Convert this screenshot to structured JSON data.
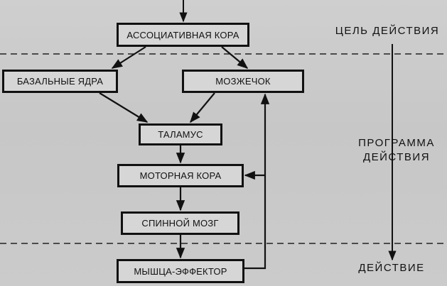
{
  "diagram": {
    "boxes": {
      "association_cortex": "АССОЦИАТИВНАЯ КОРА",
      "basal_ganglia": "БАЗАЛЬНЫЕ ЯДРА",
      "cerebellum": "МОЗЖЕЧОК",
      "thalamus": "ТАЛАМУС",
      "motor_cortex": "МОТОРНАЯ КОРА",
      "spinal_cord": "СПИННОЙ МОЗГ",
      "effector_muscle": "МЫШЦА-ЭФФЕКТОР"
    },
    "side_labels": {
      "goal": "ЦЕЛЬ ДЕЙСТВИЯ",
      "program_line1": "ПРОГРАММА",
      "program_line2": "ДЕЙСТВИЯ",
      "action": "ДЕЙСТВИЕ"
    }
  }
}
